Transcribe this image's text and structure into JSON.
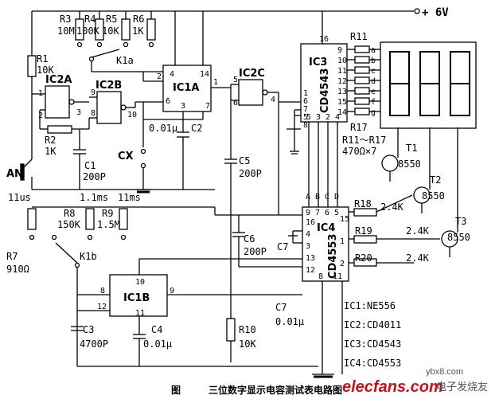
{
  "caption": {
    "fig": "图",
    "title": "三位数字显示电容测试表电路图"
  },
  "supply": "+ 6V",
  "chips": {
    "ic1a": "IC1A",
    "ic2a": "IC2A",
    "ic2b": "IC2B",
    "ic2c": "IC2C",
    "ic3": "IC3",
    "ic3_part": "CD4543",
    "ic4": "IC4",
    "ic4_part": "CD4553",
    "ic1b": "IC1B"
  },
  "resistors": {
    "r3": "R3",
    "r3v": "10M",
    "r4": "R4",
    "r4v": "100K",
    "r5": "R5",
    "r5v": "10K",
    "r6": "R6",
    "r6v": "1K",
    "r1": "R1",
    "r1v": "10K",
    "r2": "R2",
    "r2v": "1K",
    "r8": "R8",
    "r8v": "150K",
    "r9": "R9",
    "r9v": "1.5M",
    "r7": "R7",
    "r7v": "910Ω",
    "r10": "R10",
    "r10v": "10K",
    "r11": "R11",
    "r17": "R17",
    "r11_17": "R11～R17",
    "r11_17v": "470Ω×7",
    "r18": "R18",
    "r18v": "2.4K",
    "r19": "R19",
    "r19v": "2.4K",
    "r20": "R20",
    "r20v": "2.4K"
  },
  "capacitors": {
    "c1": "C1",
    "c1v": "200P",
    "c2": "C2",
    "c2v": "0.01μ",
    "c5": "C5",
    "c5v": "200P",
    "c6": "C6",
    "c6v": "200P",
    "c7": "C7",
    "c7b": "C7",
    "c7v": "0.01μ",
    "c3": "C3",
    "c3v": "4700P",
    "c4": "C4",
    "c4v": "0.01μ"
  },
  "transistors": {
    "t1": "T1",
    "t1v": "8550",
    "t2": "T2",
    "t2v": "8550",
    "t3": "T3",
    "t3v": "8550"
  },
  "switches": {
    "k1a": "K1a",
    "k1b": "K1b",
    "an": "AN",
    "cx": "CX"
  },
  "times": {
    "t1": "11us",
    "t2": "1.1ms",
    "t3": "11ms"
  },
  "ic3_pins_left": [
    "1",
    "6",
    "7",
    "5",
    "8"
  ],
  "ic3_pins_bottom": [
    "5",
    "3",
    "2",
    "4"
  ],
  "ic3_pins_right": [
    "9",
    "10",
    "11",
    "12",
    "13",
    "15",
    "14"
  ],
  "ic3_top_pin": "16",
  "seg_letters": [
    "a",
    "b",
    "c",
    "d",
    "e",
    "f",
    "g"
  ],
  "ic4_letters": [
    "A",
    "B",
    "C",
    "D"
  ],
  "ic4_top_pins": [
    "9",
    "7",
    "6",
    "5"
  ],
  "ic4_left_pins": [
    "16",
    "4",
    "3",
    "13",
    "12"
  ],
  "ic4_right_pins": [
    "15",
    "1",
    "2"
  ],
  "ic4_bottom_pins": [
    "8",
    "11"
  ],
  "ic1a_pins": {
    "p4": "4",
    "p14": "14",
    "p2": "2",
    "p6": "6",
    "p1": "1",
    "p3": "3",
    "p7": "7"
  },
  "ic2_pins": {
    "a1": "1",
    "a2": "2",
    "a3": "3",
    "b9": "9",
    "b8": "8",
    "b10": "10",
    "c5": "5",
    "c6": "6",
    "c4": "4"
  },
  "ic1b_pins": {
    "p10": "10",
    "p8": "8",
    "p12": "12",
    "p11": "11",
    "p9": "9"
  },
  "legend": [
    "IC1:NE556",
    "IC2:CD4011",
    "IC3:CD4543",
    "IC4:CD4553"
  ],
  "watermark": {
    "site": "elecfans.com",
    "cn": "电子发烧友",
    "code": "ybx8.com"
  }
}
